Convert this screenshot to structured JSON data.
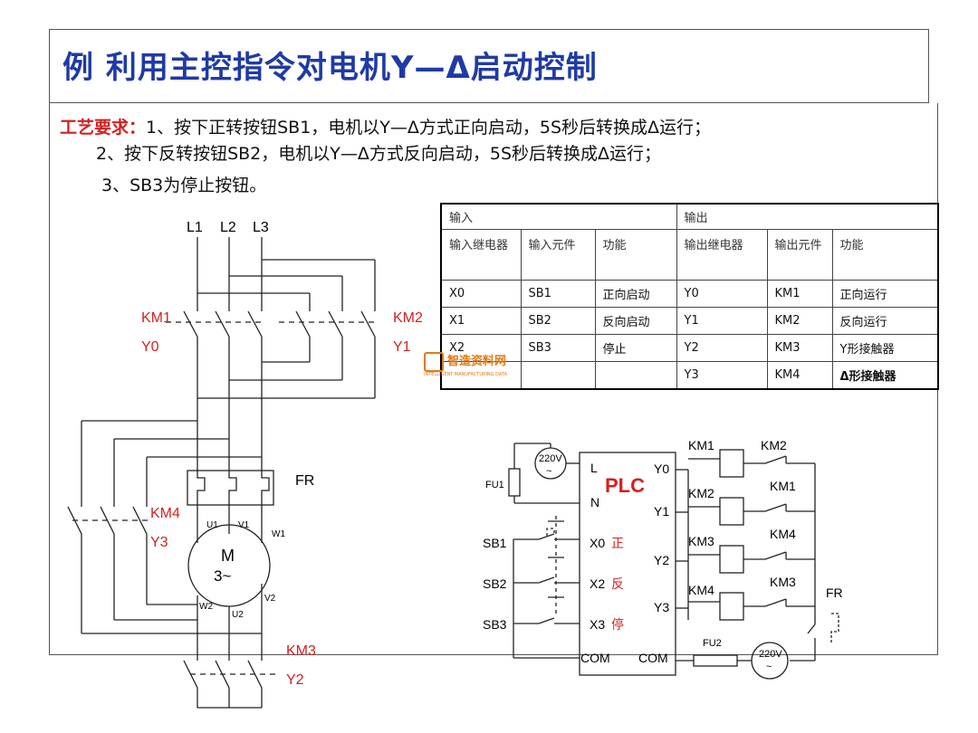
{
  "title": "例   利用主控指令对电机Y—Δ启动控制",
  "requirements": {
    "label": "工艺要求：",
    "line1": "1、按下正转按钮SB1，电机以Y—Δ方式正向启动，5S秒后转换成Δ运行；",
    "line2": "2、按下反转按钮SB2，电机以Y—Δ方式反向启动，5S秒后转换成Δ运行；",
    "line3": "3、SB3为停止按钮。"
  },
  "io_table": {
    "input_title": "输入",
    "output_title": "输出",
    "headers": [
      "输入继电器",
      "输入元件",
      "功能",
      "输出继电器",
      "输出元件",
      "功能"
    ],
    "rows": [
      [
        "X0",
        "SB1",
        "正向启动",
        "Y0",
        "KM1",
        "正向运行"
      ],
      [
        "X1",
        "SB2",
        "反向启动",
        "Y1",
        "KM2",
        "反向运行"
      ],
      [
        "X2",
        "SB3",
        "停止",
        "Y2",
        "KM3",
        "Y形接触器"
      ],
      [
        "",
        "",
        "",
        "Y3",
        "KM4",
        "Δ形接触器"
      ]
    ]
  },
  "main_circuit": {
    "phases": [
      "L1",
      "L2",
      "L3"
    ],
    "km1": "KM1",
    "y0": "Y0",
    "km2": "KM2",
    "y1": "Y1",
    "km4": "KM4",
    "y3": "Y3",
    "km3": "KM3",
    "y2": "Y2",
    "fr": "FR",
    "motor_m": "M",
    "motor_phase": "3~",
    "terminals": [
      "U1",
      "V1",
      "W1",
      "W2",
      "U2",
      "V2"
    ]
  },
  "plc_wiring": {
    "plc": "PLC",
    "supply": "220V",
    "fu1": "FU1",
    "fu2": "FU2",
    "l": "L",
    "n": "N",
    "com": "COM",
    "inputs": [
      {
        "device": "SB1",
        "terminal": "X0",
        "func": "正"
      },
      {
        "device": "SB2",
        "terminal": "X2",
        "func": "反"
      },
      {
        "device": "SB3",
        "terminal": "X3",
        "func": "停"
      }
    ],
    "outputs": [
      "Y0",
      "Y1",
      "Y2",
      "Y3"
    ],
    "coils": [
      "KM1",
      "KM2",
      "KM3",
      "KM4"
    ],
    "interlocks": [
      "KM2",
      "KM1",
      "KM4",
      "KM3"
    ],
    "fr": "FR"
  },
  "watermark": {
    "text": "智造资料网",
    "sub": "INTELLIGENT MANUFACTURING DATA"
  },
  "colors": {
    "title": "#1f3aa6",
    "accent_red": "#d42020",
    "line": "#222222",
    "watermark": "#e07a18"
  }
}
